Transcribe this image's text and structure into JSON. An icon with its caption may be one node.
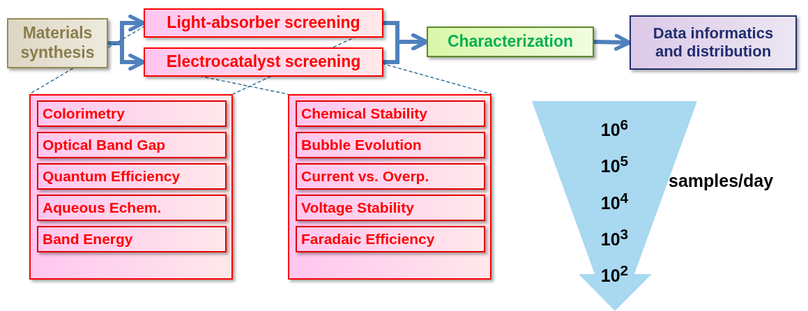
{
  "diagram": {
    "nodes": [
      {
        "text": [
          "Materials synthesis"
        ]
      },
      {
        "text": [
          "Light-absorber screening"
        ]
      },
      {
        "text": [
          "Electrocatalyst screening"
        ]
      },
      {
        "text": [
          "Characterization"
        ]
      },
      {
        "text": [
          "Data informatics and distribution"
        ]
      },
      {
        "text": [],
        "shape": "box"
      },
      {
        "text": [
          "Colorimetry"
        ],
        "in": 5
      },
      {
        "text": [
          "Optical Band Gap"
        ],
        "in": 5
      },
      {
        "text": [
          "Quantum Efficiency"
        ],
        "in": 5
      },
      {
        "text": [
          "Aqueous Echem."
        ],
        "in": 5
      },
      {
        "text": [
          "Band Energy"
        ],
        "in": 5
      },
      {
        "text": [],
        "shape": "box"
      },
      {
        "text": [
          "Chemical Stability"
        ],
        "in": 11
      },
      {
        "text": [
          "Bubble Evolution"
        ],
        "in": 11
      },
      {
        "text": [
          "Current vs. Overp."
        ],
        "in": 11
      },
      {
        "text": [
          "Voltage Stability"
        ],
        "in": 11
      },
      {
        "text": [
          "Faradaic Efficiency"
        ],
        "in": 11
      },
      {
        "text": [
          "10$^{6}$",
          "10$^{5}$",
          "10$^{4}$",
          "10$^{3}$",
          "10$^{2}$"
        ],
        "beside": [
          "samples/day"
        ]
      }
    ],
    "edges": [
      {
        "from": 0,
        "to": 1,
        "arrow": "to"
      },
      {
        "from": 0,
        "to": 2,
        "arrow": "to"
      },
      {
        "from": 1,
        "to": 3,
        "arrow": "to"
      },
      {
        "from": 2,
        "to": 3,
        "arrow": "to"
      },
      {
        "from": 3,
        "to": 4,
        "arrow": "to"
      },
      {
        "from": 1,
        "to": 5,
        "arrow": "none",
        "style": "dashed",
        "color": "#2e6a94"
      },
      {
        "from": 1,
        "to": 5,
        "arrow": "none",
        "style": "dashed",
        "color": "#2e6a94"
      },
      {
        "from": 2,
        "to": 11,
        "arrow": "none",
        "style": "dashed",
        "color": "#2e6a94"
      },
      {
        "from": 2,
        "to": 11,
        "arrow": "none",
        "style": "dashed",
        "color": "#2e6a94"
      }
    ]
  }
}
